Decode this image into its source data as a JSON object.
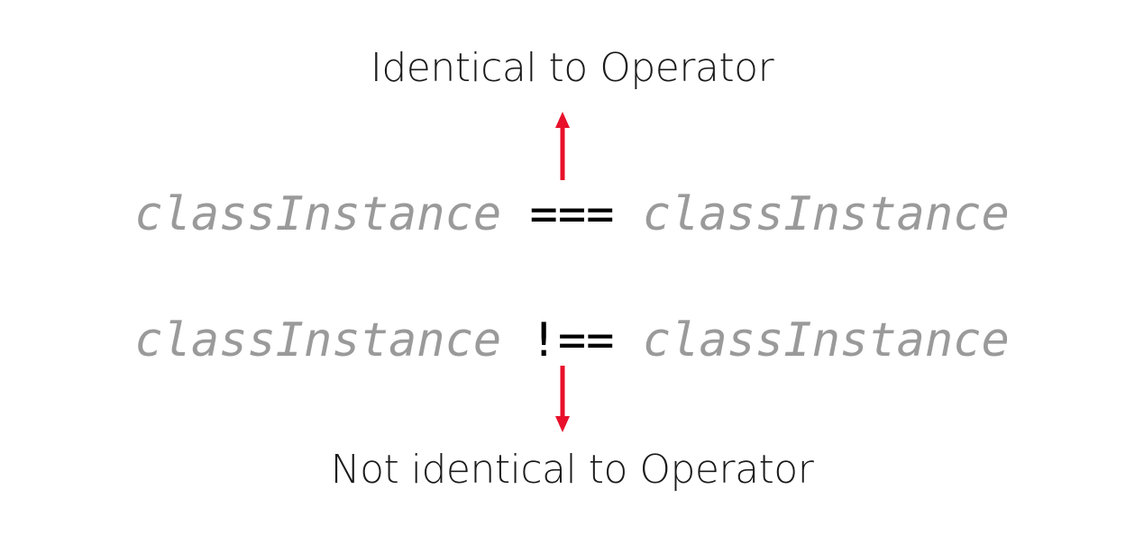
{
  "labels": {
    "top": "Identical to Operator",
    "bottom": "Not identical to Operator"
  },
  "expressions": [
    {
      "left": "classInstance",
      "operator": "===",
      "right": "classInstance"
    },
    {
      "left": "classInstance",
      "operator": "!==",
      "right": "classInstance"
    }
  ],
  "colors": {
    "operand": "#9a9a9a",
    "operator": "#000000",
    "arrow": "#e8102a",
    "label": "#1a1a1a"
  }
}
